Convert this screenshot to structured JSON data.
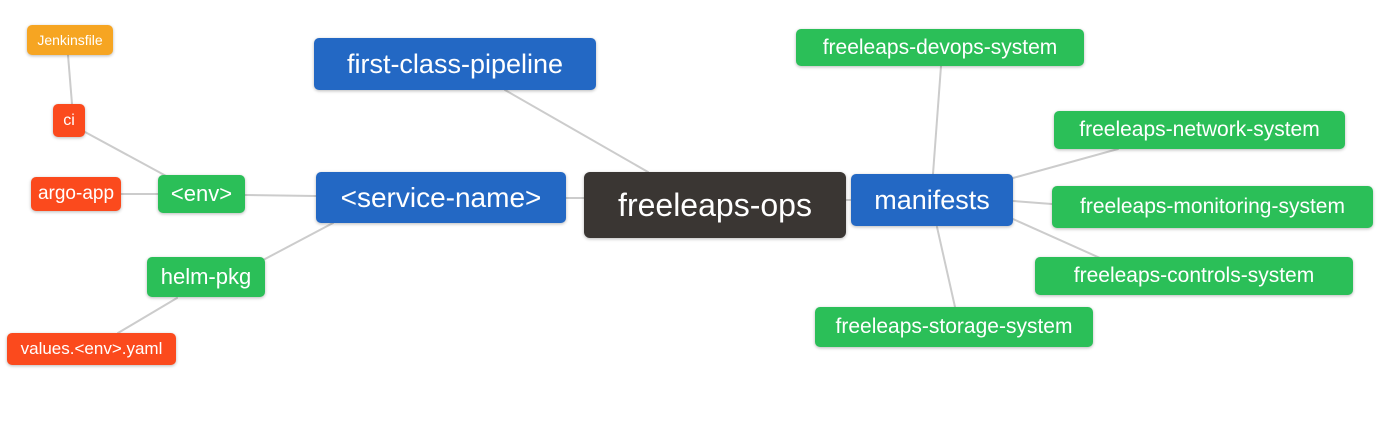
{
  "colors": {
    "canvas-bg": "#ffffff",
    "root-bg": "#3a3633",
    "branch-bg": "#2368c4",
    "leaf2-bg": "#2bbf58",
    "leaf3-bg": "#fb4a1d",
    "leaf4-bg": "#f6a522",
    "edge": "#cccccc",
    "node-text": "#ffffff"
  },
  "mindmap": {
    "type": "mindmap",
    "root": "freeleaps-ops",
    "nodes": {
      "freeleaps_ops": {
        "label": "freeleaps-ops",
        "level": 0
      },
      "first_class_pipeline": {
        "label": "first-class-pipeline",
        "level": 1
      },
      "service_name": {
        "label": "<service-name>",
        "level": 1
      },
      "manifests": {
        "label": "manifests",
        "level": 1
      },
      "env": {
        "label": "<env>",
        "level": 2
      },
      "helm_pkg": {
        "label": "helm-pkg",
        "level": 2
      },
      "ci": {
        "label": "ci",
        "level": 3
      },
      "argo_app": {
        "label": "argo-app",
        "level": 3
      },
      "values_env_yaml": {
        "label": "values.<env>.yaml",
        "level": 3
      },
      "jenkinsfile": {
        "label": "Jenkinsfile",
        "level": 4
      },
      "devops_system": {
        "label": "freeleaps-devops-system",
        "level": 2
      },
      "network_system": {
        "label": "freeleaps-network-system",
        "level": 2
      },
      "monitoring_system": {
        "label": "freeleaps-monitoring-system",
        "level": 2
      },
      "controls_system": {
        "label": "freeleaps-controls-system",
        "level": 2
      },
      "storage_system": {
        "label": "freeleaps-storage-system",
        "level": 2
      }
    },
    "edges": [
      {
        "from": "freeleaps_ops",
        "to": "first_class_pipeline"
      },
      {
        "from": "freeleaps_ops",
        "to": "service_name"
      },
      {
        "from": "freeleaps_ops",
        "to": "manifests"
      },
      {
        "from": "service_name",
        "to": "env"
      },
      {
        "from": "service_name",
        "to": "helm_pkg"
      },
      {
        "from": "env",
        "to": "ci"
      },
      {
        "from": "env",
        "to": "argo_app"
      },
      {
        "from": "ci",
        "to": "jenkinsfile"
      },
      {
        "from": "helm_pkg",
        "to": "values_env_yaml"
      },
      {
        "from": "manifests",
        "to": "devops_system"
      },
      {
        "from": "manifests",
        "to": "network_system"
      },
      {
        "from": "manifests",
        "to": "monitoring_system"
      },
      {
        "from": "manifests",
        "to": "controls_system"
      },
      {
        "from": "manifests",
        "to": "storage_system"
      }
    ]
  }
}
